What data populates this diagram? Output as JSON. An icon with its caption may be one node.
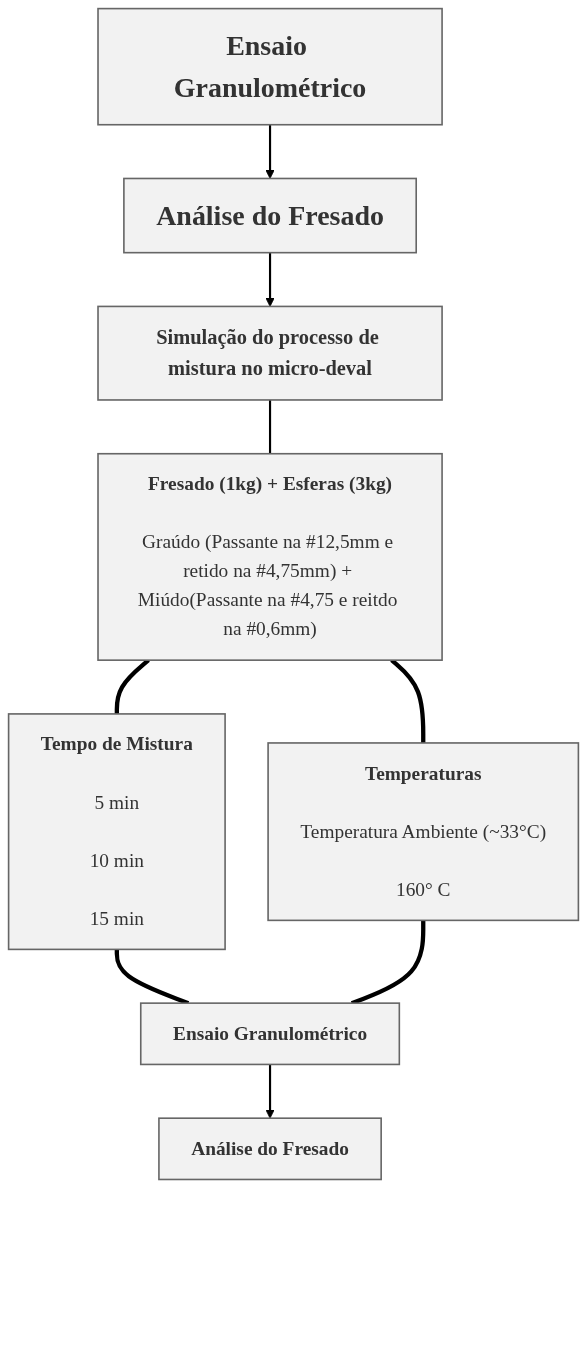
{
  "diagram": {
    "nodes": [
      {
        "text": [
          "Ensaio Granulométrico"
        ]
      },
      {
        "text": [
          "Análise do Fresado"
        ]
      },
      {
        "text": [
          "Simulação do processo de mistura no micro-deval"
        ]
      },
      {
        "text": [
          "Fresado (1kg) + Esferas (3kg)",
          "Graúdo (Passante na #12,5mm e retido na #4,75mm) + Miúdo(Passante na #4,75 e reitdo na #0,6mm)"
        ]
      },
      {
        "text": [
          "Tempo de Mistura",
          "5 min",
          "10 min",
          "15 min"
        ]
      },
      {
        "text": [
          "Temperaturas",
          "Temperatura Ambiente (~33°C)",
          "160° C"
        ]
      },
      {
        "text": [
          "Ensaio Granulométrico"
        ]
      },
      {
        "text": [
          "Análise do Fresado"
        ]
      }
    ],
    "edges": [
      {
        "from": 0,
        "to": 1,
        "arrow": "to"
      },
      {
        "from": 1,
        "to": 2,
        "arrow": "to"
      },
      {
        "from": 2,
        "to": 3,
        "arrow": "none"
      },
      {
        "from": 3,
        "to": 4,
        "arrow": "none",
        "style": "thick"
      },
      {
        "from": 3,
        "to": 5,
        "arrow": "none",
        "style": "thick"
      },
      {
        "from": 4,
        "to": 6,
        "arrow": "none",
        "style": "thick"
      },
      {
        "from": 5,
        "to": 6,
        "arrow": "none",
        "style": "thick"
      },
      {
        "from": 6,
        "to": 7,
        "arrow": "to"
      }
    ]
  }
}
